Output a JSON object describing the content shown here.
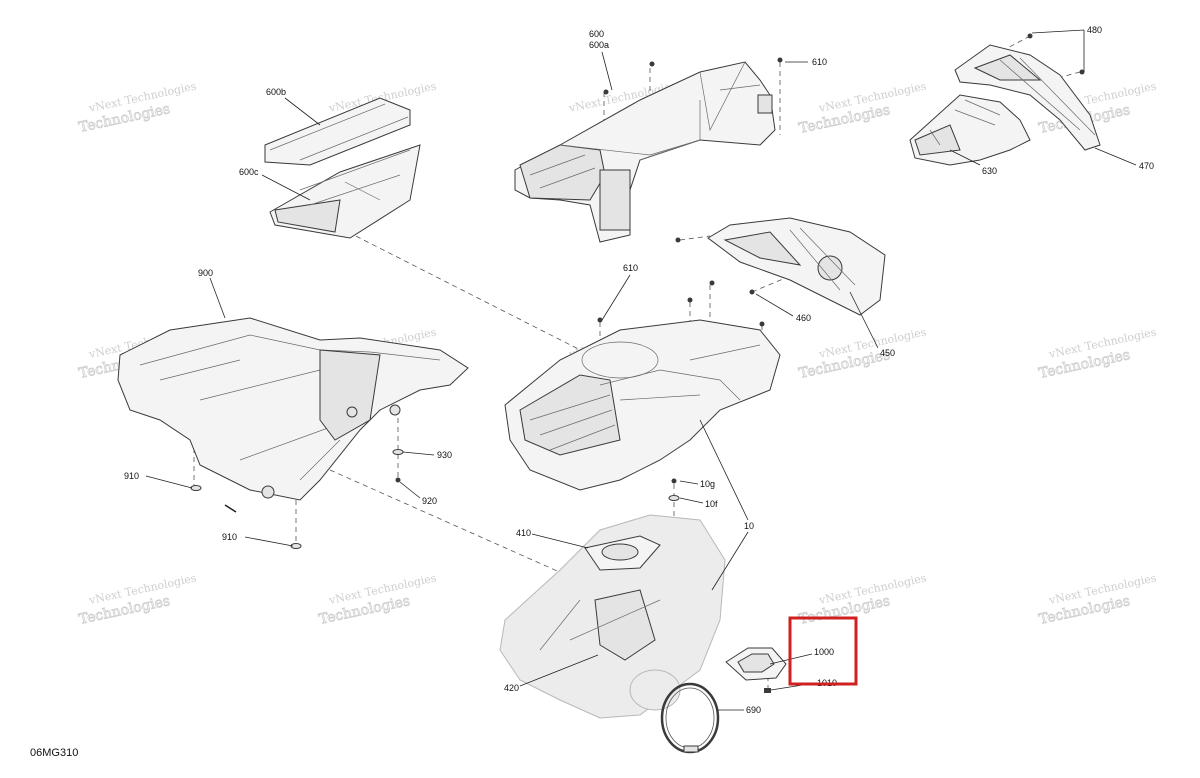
{
  "figure_code": "06MG310",
  "watermark": {
    "line1": "vNext Technologies",
    "line2": "Technologies"
  },
  "callouts": {
    "c480": "480",
    "c470": "470",
    "c630": "630",
    "c600": "600",
    "c600a": "600a",
    "c610_top": "610",
    "c600b": "600b",
    "c600c": "600c",
    "c900": "900",
    "c910_a": "910",
    "c910_b": "910",
    "c930": "930",
    "c920": "920",
    "c610_mid": "610",
    "c460": "460",
    "c450": "450",
    "c10g": "10g",
    "c10f": "10f",
    "c10": "10",
    "c410": "410",
    "c420": "420",
    "c1000": "1000",
    "c1010": "1010",
    "c690": "690"
  },
  "highlight": {
    "target": "1000",
    "color": "#d0201f"
  }
}
